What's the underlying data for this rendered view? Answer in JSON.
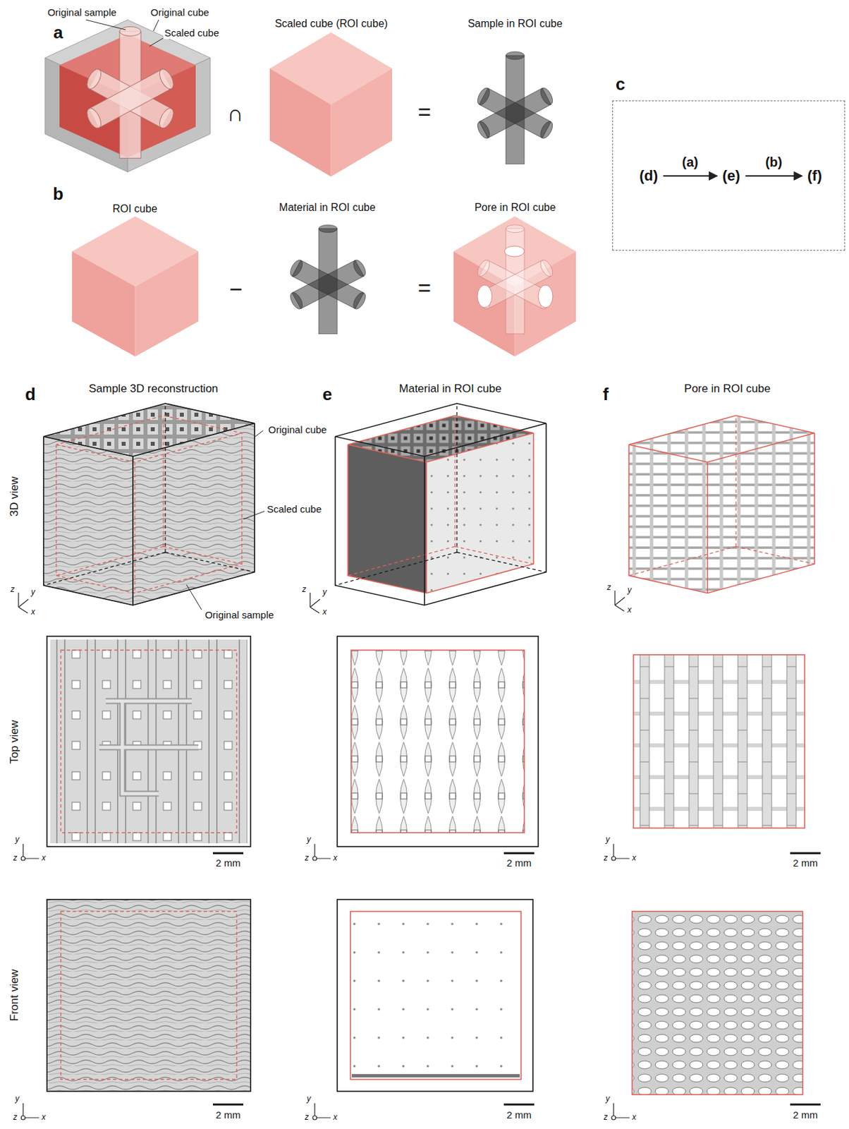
{
  "diagram": {
    "nodes": [
      {
        "text": [
          "c"
        ]
      },
      {
        "text": [
          "(d)"
        ],
        "in": 0
      },
      {
        "text": [
          "(e)"
        ],
        "in": 0
      },
      {
        "text": [
          "(f)"
        ],
        "in": 0
      }
    ],
    "edges": [
      {
        "from": 1,
        "to": 2,
        "arrow": "to",
        "label": "(a)"
      },
      {
        "from": 2,
        "to": 3,
        "arrow": "to",
        "label": "(b)"
      }
    ],
    "labels": [
      "a",
      "Original sample",
      "Original cube",
      "Scaled cube",
      "Scaled cube (ROI cube)",
      "Sample in ROI cube",
      "∩",
      "=",
      "b",
      "ROI cube",
      "Material in ROI cube",
      "Pore in ROI cube",
      "−",
      "=",
      "d",
      "Sample 3D reconstruction",
      "e",
      "Material in ROI cube",
      "f",
      "Pore in ROI cube",
      "3D view",
      "Original cube",
      "Scaled cube",
      "Original sample",
      "Top view",
      "Front view",
      "z",
      "y",
      "x",
      "z",
      "y",
      "x",
      "z",
      "y",
      "x",
      "y",
      "z",
      "x",
      "2 mm",
      "y",
      "z",
      "x",
      "2 mm",
      "y",
      "z",
      "x",
      "2 mm",
      "y",
      "z",
      "x",
      "2 mm",
      "y",
      "z",
      "x",
      "2 mm",
      "y",
      "z",
      "x",
      "2 mm"
    ]
  }
}
